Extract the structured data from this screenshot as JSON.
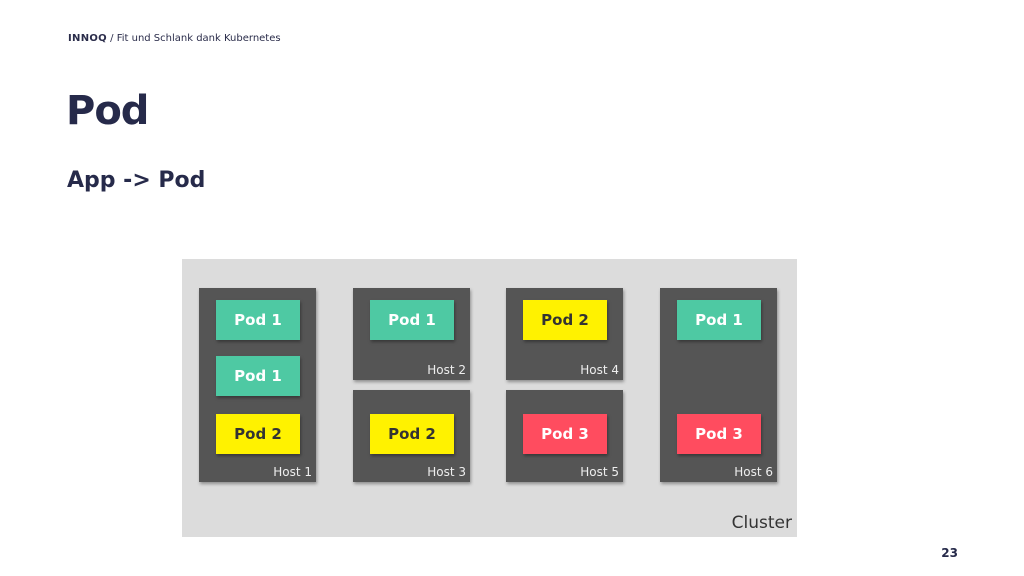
{
  "header": {
    "brand": "INNOQ",
    "separator": " / ",
    "subtitle": "Fit und Schlank dank Kubernetes"
  },
  "slide": {
    "title": "Pod",
    "subtitle": "App -> Pod",
    "page_number": "23"
  },
  "colors": {
    "pod_green": "#4ec9a3",
    "pod_yellow": "#fff200",
    "pod_red": "#ff4c5f",
    "host": "#555555",
    "cluster": "#dcdcdc"
  },
  "diagram": {
    "cluster_label": "Cluster",
    "hosts": [
      {
        "label": "Host 1",
        "pods": [
          "Pod 1",
          "Pod 1",
          "Pod 2"
        ]
      },
      {
        "label": "Host 2",
        "pods": [
          "Pod 1"
        ]
      },
      {
        "label": "Host 3",
        "pods": [
          "Pod 2"
        ]
      },
      {
        "label": "Host 4",
        "pods": [
          "Pod 2"
        ]
      },
      {
        "label": "Host 5",
        "pods": [
          "Pod 3"
        ]
      },
      {
        "label": "Host 6",
        "pods": [
          "Pod 1",
          "Pod 3"
        ]
      }
    ]
  }
}
